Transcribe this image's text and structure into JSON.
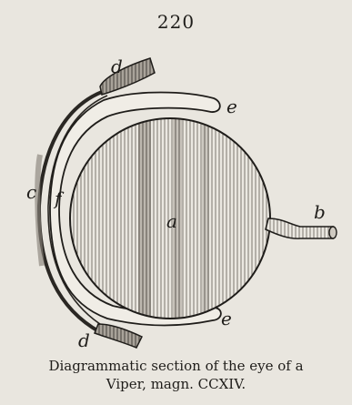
{
  "page": {
    "number": "220"
  },
  "figure": {
    "labels": {
      "a": "a",
      "b": "b",
      "c": "c",
      "d_top": "d",
      "d_bottom": "d",
      "e_top": "e",
      "e_bottom": "e",
      "f": "f"
    },
    "caption": {
      "line1": "Diagrammatic section of the eye of a",
      "line2": "Viper, magn. CCXIV."
    }
  }
}
